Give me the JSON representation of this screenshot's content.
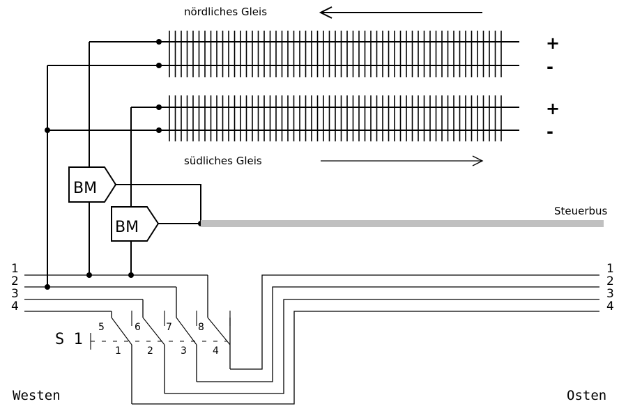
{
  "tracks": {
    "north_label": "nördliches Gleis",
    "south_label": "südliches Gleis",
    "north_plus": "+",
    "north_minus": "-",
    "south_plus": "+",
    "south_minus": "-"
  },
  "modules": {
    "bm1": "BM",
    "bm2": "BM"
  },
  "bus": {
    "label": "Steuerbus",
    "color": "#c0c0c0"
  },
  "wires_left": [
    "1",
    "2",
    "3",
    "4"
  ],
  "wires_right": [
    "1",
    "2",
    "3",
    "4"
  ],
  "switch": {
    "label": "S 1",
    "top_numbers": [
      "5",
      "6",
      "7",
      "8"
    ],
    "bottom_numbers": [
      "1",
      "2",
      "3",
      "4"
    ]
  },
  "directions": {
    "west": "Westen",
    "east": "Osten"
  }
}
